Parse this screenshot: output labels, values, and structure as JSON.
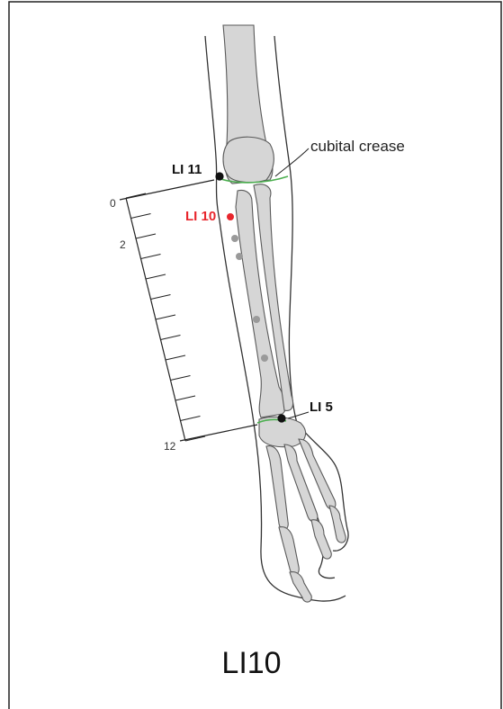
{
  "title": "LI10",
  "annotation": "cubital crease",
  "points": {
    "li11": "LI 11",
    "li10": "LI 10",
    "li5": "LI 5"
  },
  "ruler": {
    "labels": [
      "0",
      "2",
      "12"
    ]
  },
  "colors": {
    "highlight": "#e8262d",
    "crease_line": "#4caf50",
    "bone_fill": "#d6d6d6",
    "bone_stroke": "#5a5a5a",
    "marker_gray": "#9a9a9a"
  }
}
